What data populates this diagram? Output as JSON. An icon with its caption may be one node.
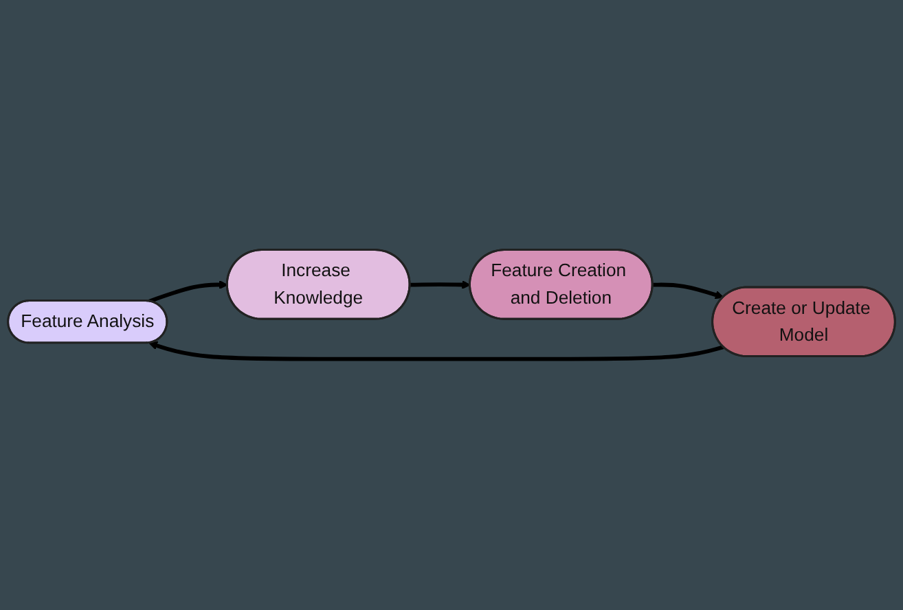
{
  "diagram": {
    "nodes": [
      {
        "text": [
          "Feature Analysis"
        ]
      },
      {
        "text": [
          "Increase Knowledge"
        ]
      },
      {
        "text": [
          "Feature Creation and Deletion"
        ]
      },
      {
        "text": [
          "Create or Update Model"
        ]
      }
    ],
    "edges": [
      {
        "from": 0,
        "to": 1,
        "arrow": "to"
      },
      {
        "from": 1,
        "to": 2,
        "arrow": "to"
      },
      {
        "from": 2,
        "to": 3,
        "arrow": "to"
      },
      {
        "from": 3,
        "to": 0,
        "arrow": "to"
      }
    ]
  }
}
